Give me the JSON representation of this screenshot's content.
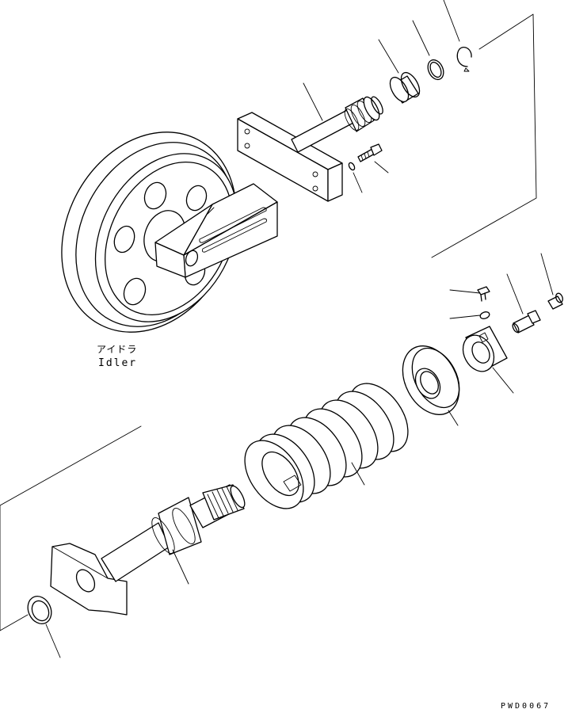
{
  "diagram": {
    "idler_label_jp": "アイドラ",
    "idler_label_en": "Idler",
    "drawing_code": "PWD0067"
  }
}
